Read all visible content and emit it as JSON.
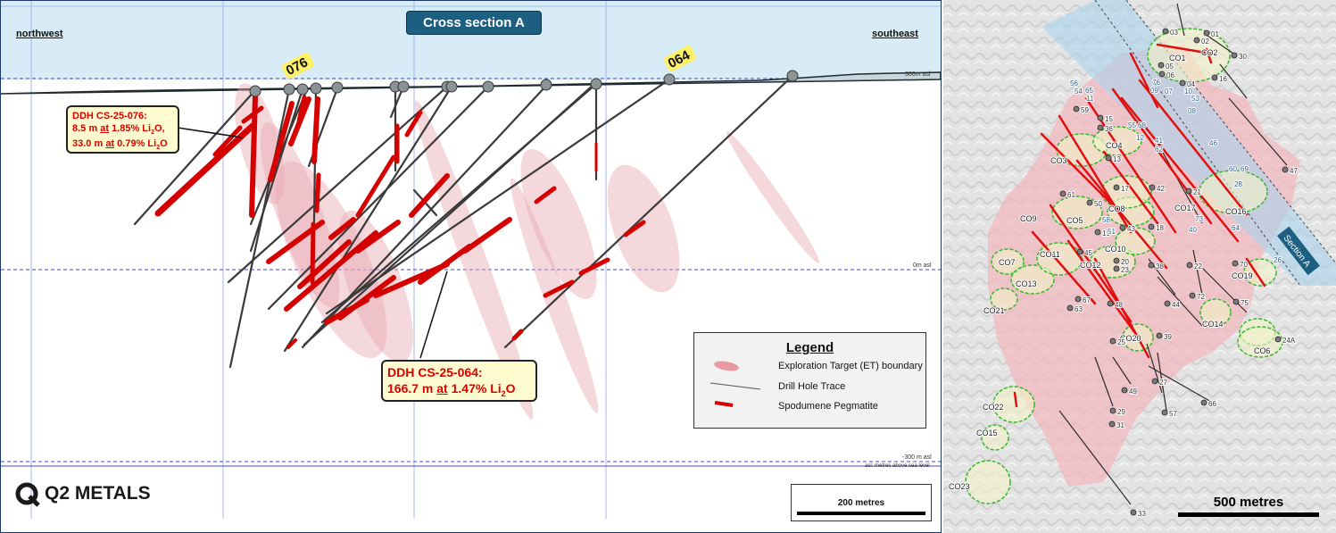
{
  "section": {
    "title": "Cross section A",
    "left_direction": "northwest",
    "right_direction": "southeast",
    "elevations": {
      "top": "300m asl",
      "mid": "0m asl",
      "bottom": "-300 m asl",
      "note": "asl: metres above sea level"
    },
    "hole_labels": {
      "h076": "076",
      "h064": "064"
    },
    "callout_076": {
      "hole": "DDH CS-25-076:",
      "line1_len": "8.5 m",
      "line1_grade": "1.85% Li",
      "line2_len": "33.0 m",
      "line2_grade": "0.79% Li",
      "oxide_sub": "2",
      "oxide_tail": "O",
      "sep_comma": ",",
      "at": "at"
    },
    "callout_064": {
      "hole": "DDH CS-25-064:",
      "len": "166.7 m",
      "grade": "1.47% Li",
      "oxide_sub": "2",
      "oxide_tail": "O",
      "at": "at"
    },
    "legend": {
      "title": "Legend",
      "items": [
        "Exploration Target (ET) boundary",
        "Drill Hole Trace",
        "Spodumene Pegmatite"
      ]
    },
    "scale_label": "200 metres",
    "logo_text": "Q2 METALS"
  },
  "plan": {
    "section_label": "Section A",
    "scale_label": "500 metres",
    "target_labels": [
      "CO1",
      "CO2",
      "CO3",
      "CO4",
      "CO5",
      "CO6",
      "CO7",
      "CO8",
      "CO9",
      "CO10",
      "CO11",
      "CO12",
      "CO13",
      "CO14",
      "CO15",
      "CO16",
      "CO17",
      "CO19",
      "CO20",
      "CO21",
      "CO22",
      "CO23"
    ],
    "hole_labels_gray": [
      "03",
      "01",
      "02",
      "30",
      "05",
      "06",
      "04",
      "16",
      "59",
      "15",
      "36",
      "13",
      "47",
      "17",
      "42",
      "21",
      "61",
      "50",
      "43",
      "19",
      "22",
      "18",
      "45",
      "20",
      "23",
      "38",
      "70",
      "67",
      "63",
      "48",
      "72",
      "44",
      "75",
      "24A",
      "39",
      "25",
      "27",
      "49",
      "66",
      "57",
      "29",
      "31",
      "33"
    ],
    "hole_labels_blue": [
      "56",
      "54",
      "65",
      "11",
      "76",
      "09",
      "07",
      "10",
      "08",
      "53",
      "55",
      "68",
      "12",
      "41",
      "62",
      "46",
      "60",
      "69",
      "28",
      "73",
      "40",
      "64",
      "26",
      "58",
      "51"
    ],
    "colors": {
      "pegmatite": "#e01010",
      "target_fill": "#f4b7be",
      "section_band": "#a8d3ec",
      "target_outline": "#37b52b"
    }
  }
}
